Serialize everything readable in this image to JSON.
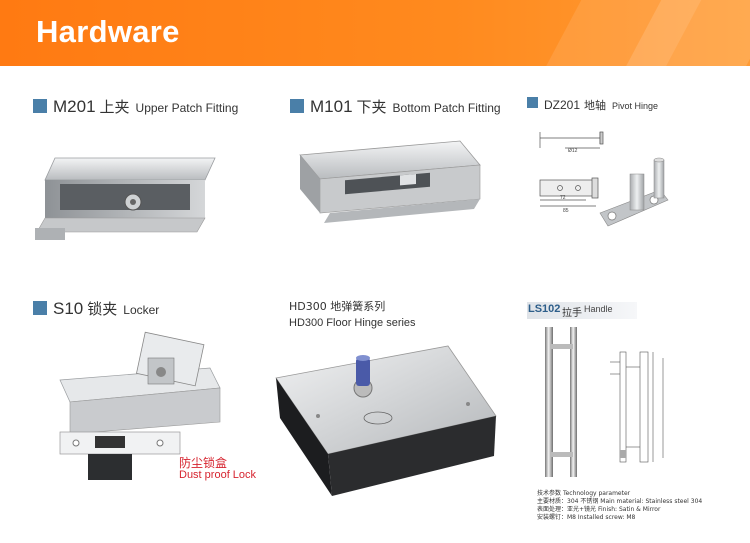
{
  "banner": {
    "title": "Hardware"
  },
  "products": {
    "m201": {
      "code": "M201",
      "cn": "上夹",
      "en": "Upper Patch Fitting"
    },
    "m101": {
      "code": "M101",
      "cn": "下夹",
      "en": "Bottom Patch Fitting"
    },
    "dz201": {
      "code": "DZ201",
      "cn": "地轴",
      "en": "Pivot Hinge",
      "dims": [
        "Ø12",
        "72",
        "85"
      ]
    },
    "s10": {
      "code": "S10",
      "cn": "锁夹",
      "en": "Locker"
    },
    "hd300": {
      "line1": "HD300 地弹簧系列",
      "line2": "HD300 Floor Hinge  series"
    },
    "ls102": {
      "code": "LS102",
      "cn": "拉手",
      "en": "Handle",
      "specs": [
        {
          "cn": "技术参数",
          "en": "Technology parameter"
        },
        {
          "cn": "主要材质：304 不锈钢",
          "en": "Main material: Stainless steel 304"
        },
        {
          "cn": "表面处理：亚光+镜光",
          "en": "Finish: Satin & Mirror"
        },
        {
          "cn": "安装螺钉：M8",
          "en": "Installed screw: M8"
        }
      ]
    },
    "dust_lock": {
      "cn": "防尘锁盒",
      "en": "Dust proof Lock"
    }
  },
  "colors": {
    "banner": "#ff8a1e",
    "square": "#4a7fa8",
    "dust_text": "#d6242f"
  }
}
